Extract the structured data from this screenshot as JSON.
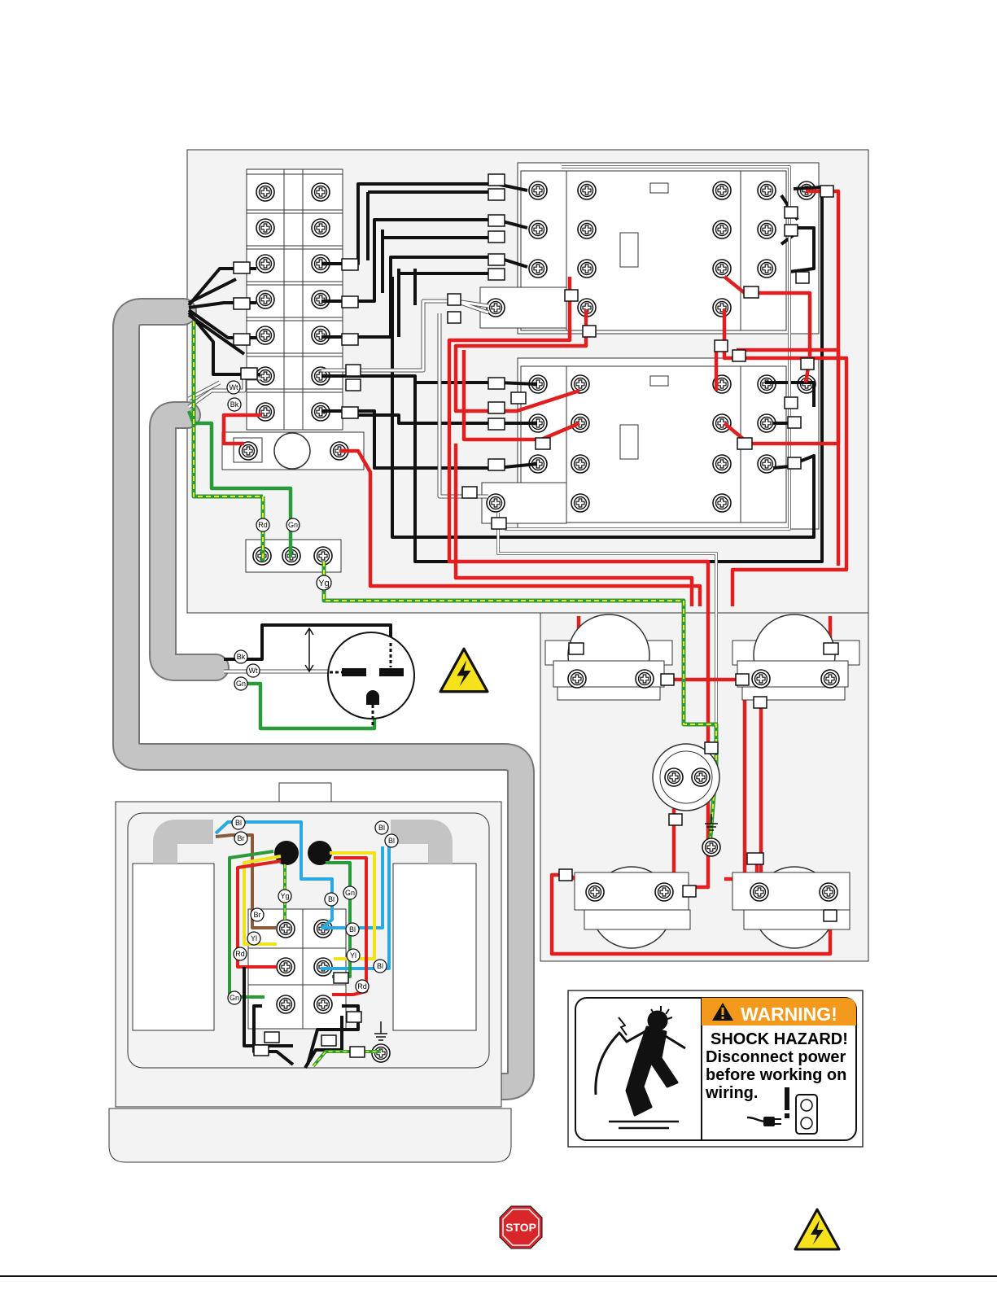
{
  "colors": {
    "black": "#111111",
    "red": "#e02020",
    "green": "#2a9a3a",
    "yellow": "#f2e21c",
    "blue": "#2aa8e0",
    "brown": "#8a5a3a",
    "white": "#ffffff",
    "conduit": "#bdbdbd",
    "panel": "#f4f4f4",
    "warning_orange": "#f39a1e"
  },
  "wire_labels": {
    "main_white": "Wt",
    "main_black": "Bk",
    "ground_red": "Rd",
    "ground_green": "Gn",
    "ground_yg": "Yg",
    "plug_black": "Bk",
    "plug_white": "Wt",
    "plug_green": "Gn",
    "motor_blue_1": "Bl",
    "motor_brown_1": "Br",
    "motor_blue_2": "Bl",
    "motor_blue_3": "Bl",
    "motor_yg": "Yg",
    "motor_blue_4": "Bl",
    "motor_green": "Gn",
    "motor_brown_2": "Br",
    "motor_yellow_1": "Yl",
    "motor_blue_5": "Bl",
    "motor_red_1": "Rd",
    "motor_yellow_2": "Yl",
    "motor_blue_6": "Bl",
    "motor_green_2": "Gn",
    "motor_red_2": "Rd"
  },
  "warning_label": {
    "title": "WARNING!",
    "line1": "SHOCK HAZARD!",
    "line2": "Disconnect power",
    "line3": "before working on",
    "line4": "wiring."
  },
  "footer": {
    "stop_sign": "STOP"
  },
  "icons": {
    "electrical_hazard": "lightning-bolt-triangle-icon",
    "stop": "stop-sign-icon",
    "outlet": "outlet-icon",
    "plug": "plug-icon",
    "ground": "ground-symbol-icon"
  }
}
